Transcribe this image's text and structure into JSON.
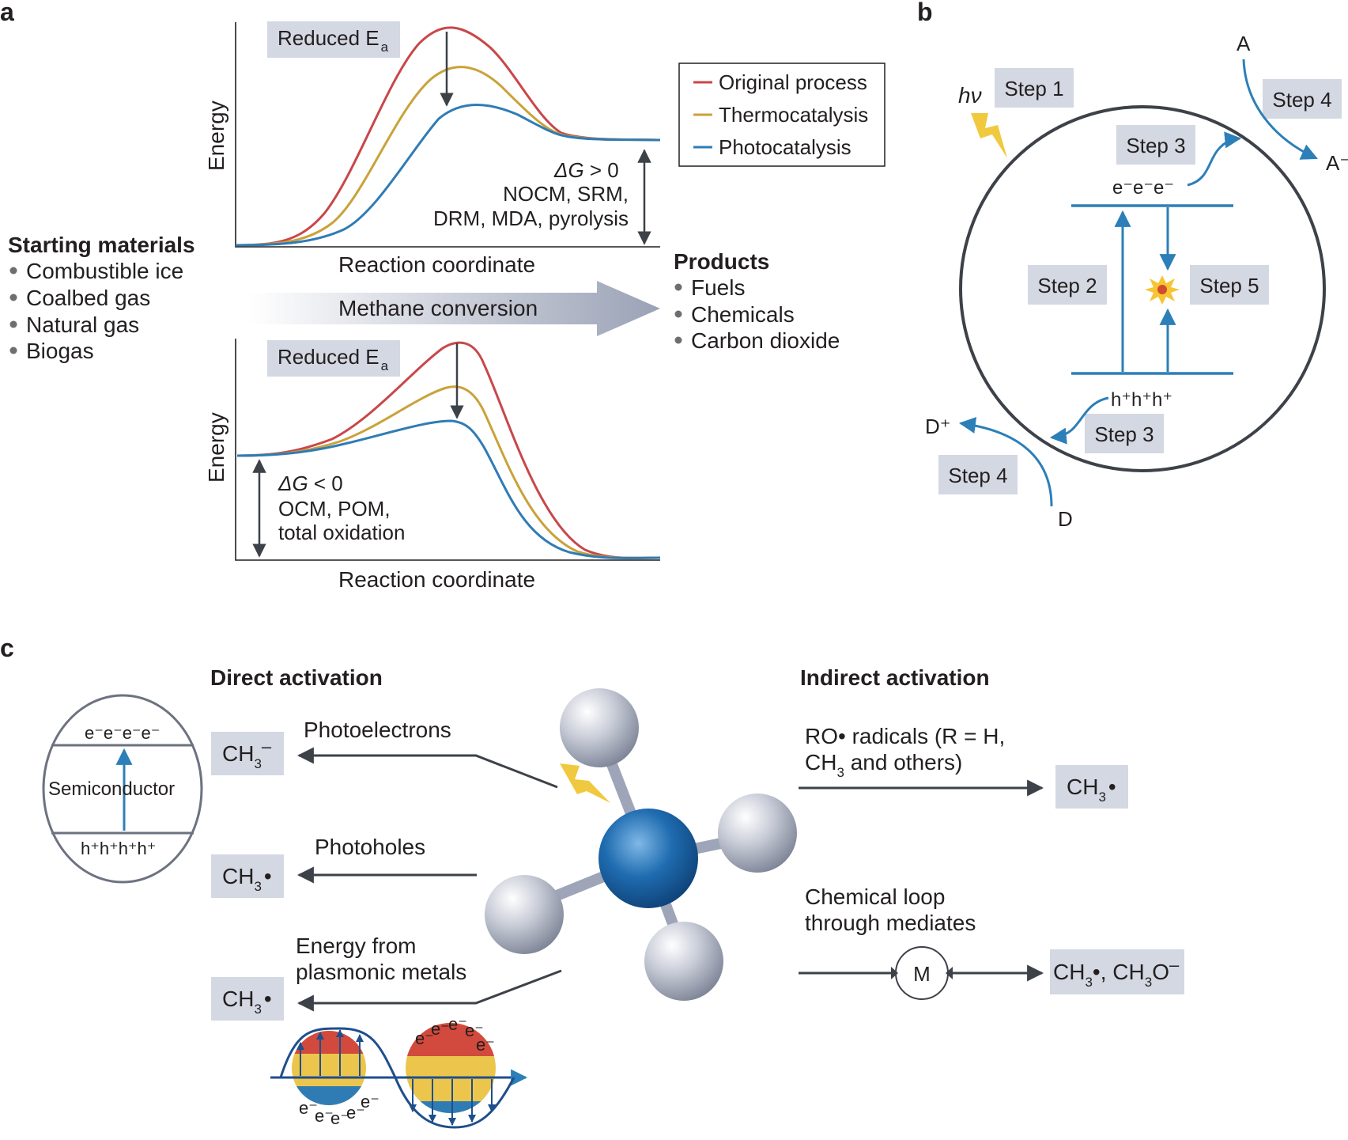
{
  "panels": {
    "a": "a",
    "b": "b",
    "c": "c"
  },
  "colors": {
    "original": "#c8474a",
    "thermo": "#c9a23a",
    "photo": "#2f7cb5",
    "arrow": "#3d4148",
    "box": "#d3d8e2",
    "step_blue": "#2c7fb8",
    "lightning": "#f0c93e"
  },
  "panel_a": {
    "starting": {
      "title": "Starting materials",
      "items": [
        "Combustible ice",
        "Coalbed gas",
        "Natural gas",
        "Biogas"
      ]
    },
    "products": {
      "title": "Products",
      "items": [
        "Fuels",
        "Chemicals",
        "Carbon dioxide"
      ]
    },
    "conversion_label": "Methane conversion",
    "legend": [
      "Original process",
      "Thermocatalysis",
      "Photocatalysis"
    ],
    "top_plot": {
      "y_axis": "Energy",
      "x_axis": "Reaction coordinate",
      "box_label": "Reduced E",
      "box_sub": "a",
      "dg_symbol": "ΔG",
      "dg_relation": " > 0",
      "processes_1": "NOCM, SRM,",
      "processes_2": "DRM, MDA, pyrolysis"
    },
    "bottom_plot": {
      "y_axis": "Energy",
      "x_axis": "Reaction coordinate",
      "box_label": "Reduced E",
      "box_sub": "a",
      "dg_symbol": "ΔG",
      "dg_relation": " < 0",
      "processes_1": "OCM, POM,",
      "processes_2": "total oxidation"
    }
  },
  "panel_b": {
    "hv": "hν",
    "step1": "Step 1",
    "step2": "Step 2",
    "step3_top": "Step 3",
    "step3_bottom": "Step 3",
    "step4_top": "Step 4",
    "step4_bottom": "Step 4",
    "step5": "Step 5",
    "electrons": "e⁻e⁻e⁻",
    "holes": "h⁺h⁺h⁺",
    "acceptor": "A",
    "acceptor_reduced": "A⁻",
    "donor": "D",
    "donor_oxidized": "D⁺"
  },
  "panel_c": {
    "direct_title": "Direct activation",
    "indirect_title": "Indirect activation",
    "semiconductor": {
      "label": "Semiconductor",
      "electrons": "e⁻e⁻e⁻e⁻",
      "holes": "h⁺h⁺h⁺h⁺"
    },
    "photoelectrons": "Photoelectrons",
    "photoholes": "Photoholes",
    "plasmonic_1": "Energy from",
    "plasmonic_2": "plasmonic metals",
    "product_anion": {
      "main": "CH",
      "sub": "3",
      "sup": "–"
    },
    "product_radical": {
      "main": "CH",
      "sub": "3",
      "dot": "•"
    },
    "ro_radicals_1": "RO• radicals (R = H,",
    "ro_radicals_2_main": "CH",
    "ro_radicals_2_sub": "3",
    "ro_radicals_2_tail": " and others)",
    "chemical_loop_1": "Chemical loop",
    "chemical_loop_2": "through mediates",
    "mediator": "M",
    "loop_product": {
      "a_main": "CH",
      "a_sub": "3",
      "a_tail": "•, CH",
      "b_sub": "3",
      "b_tail": "O",
      "b_sup": "–"
    },
    "plasmon_electrons": "e⁻"
  }
}
